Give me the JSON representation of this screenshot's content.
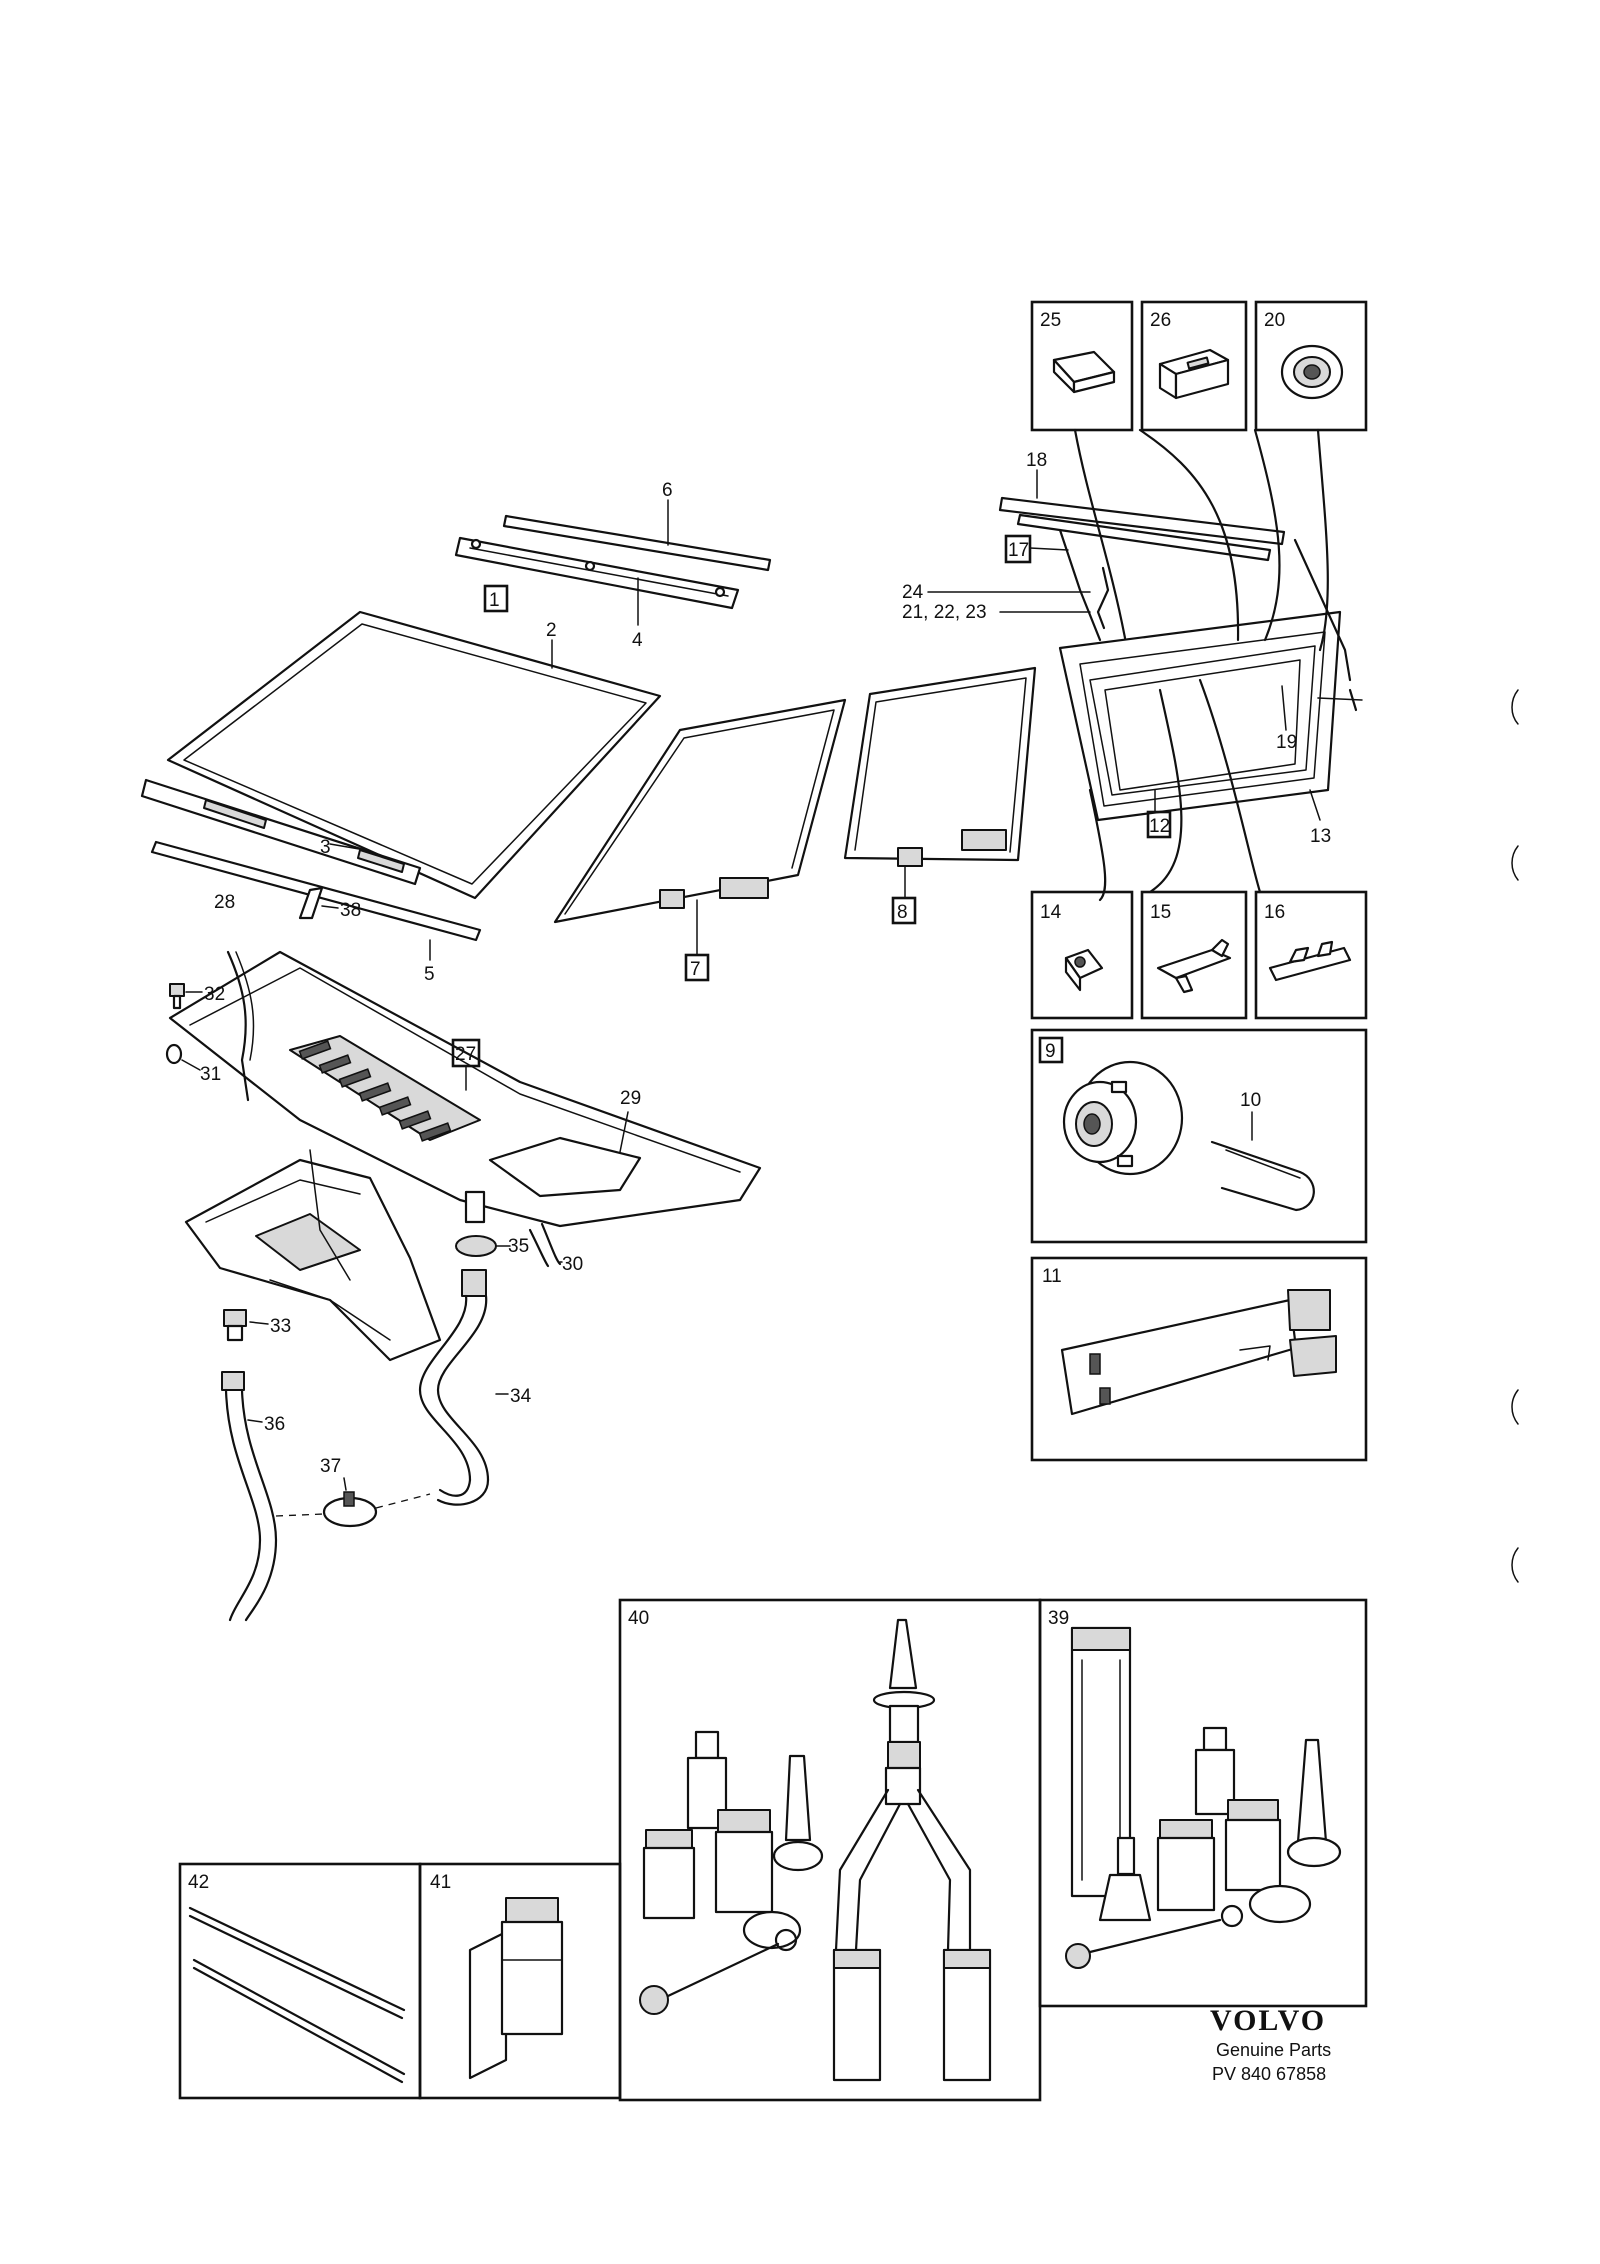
{
  "callouts": {
    "c1": "1",
    "c2": "2",
    "c3": "3",
    "c4": "4",
    "c5": "5",
    "c6": "6",
    "c7": "7",
    "c8": "8",
    "c9": "9",
    "c10": "10",
    "c11": "11",
    "c12": "12",
    "c13": "13",
    "c14": "14",
    "c15": "15",
    "c16": "16",
    "c17": "17",
    "c18": "18",
    "c19": "19",
    "c20": "20",
    "c21": "21, 22, 23",
    "c24": "24",
    "c25": "25",
    "c26": "26",
    "c27": "27",
    "c28": "28",
    "c29": "29",
    "c30": "30",
    "c31": "31",
    "c32": "32",
    "c33": "33",
    "c34": "34",
    "c35": "35",
    "c36": "36",
    "c37": "37",
    "c38": "38",
    "c39": "39",
    "c40": "40",
    "c41": "41",
    "c42": "42"
  },
  "footer": {
    "brand": "VOLVO",
    "subtitle": "Genuine Parts",
    "ref": "PV 840 67858"
  }
}
